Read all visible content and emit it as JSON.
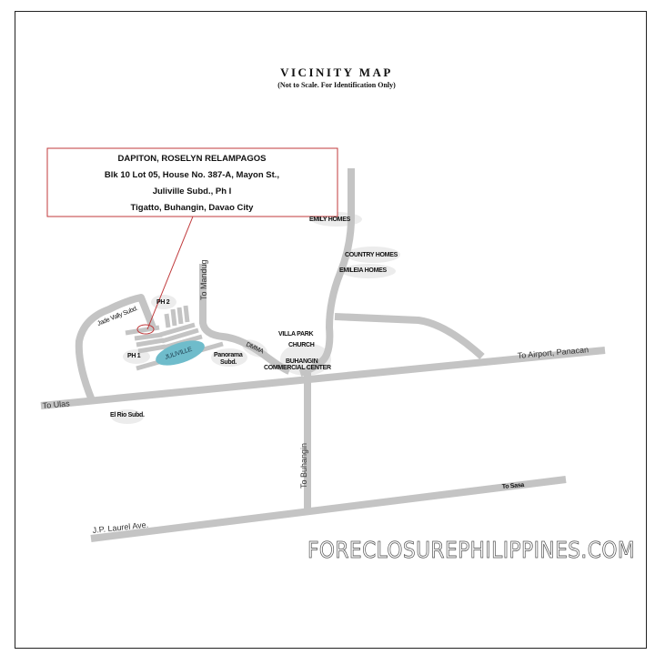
{
  "title": "VICINITY MAP",
  "subtitle": "(Not to Scale. For Identification Only)",
  "callout": {
    "name": "DAPITON, ROSELYN RELAMPAGOS",
    "line1": "Blk 10 Lot 05, House No. 387-A, Mayon St.,",
    "line2": "Juliville Subd., Ph I",
    "line3": "Tigatto, Buhangin, Davao City",
    "border_color": "#c0393b"
  },
  "roads": {
    "ulas": "To Ulas",
    "airport": "To Airport, Panacan",
    "mandug": "To Mandug",
    "buhangin": "To Buhangin",
    "sasa": "To Sasa",
    "jp_laurel": "J.P. Laurel Ave."
  },
  "places": {
    "emily": "EMILY HOMES",
    "country": "COUNTRY HOMES",
    "emileia": "EMILEIA HOMES",
    "villa_park": "VILLA PARK",
    "church": "CHURCH",
    "commercial_1": "BUHANGIN",
    "commercial_2": "COMMERCIAL CENTER",
    "dmma": "DMMA",
    "panorama_1": "Panorama",
    "panorama_2": "Subd.",
    "juliville": "JULIVILLE",
    "ph1": "PH 1",
    "ph2": "PH 2",
    "jade": "Jade Vally Subd.",
    "elrio": "El Rio Subd."
  },
  "watermark": "FORECLOSUREPHILIPPINES.COM",
  "colors": {
    "road": "#c4c4c4",
    "lake": "#6fbccb",
    "callout": "#c0393b"
  }
}
